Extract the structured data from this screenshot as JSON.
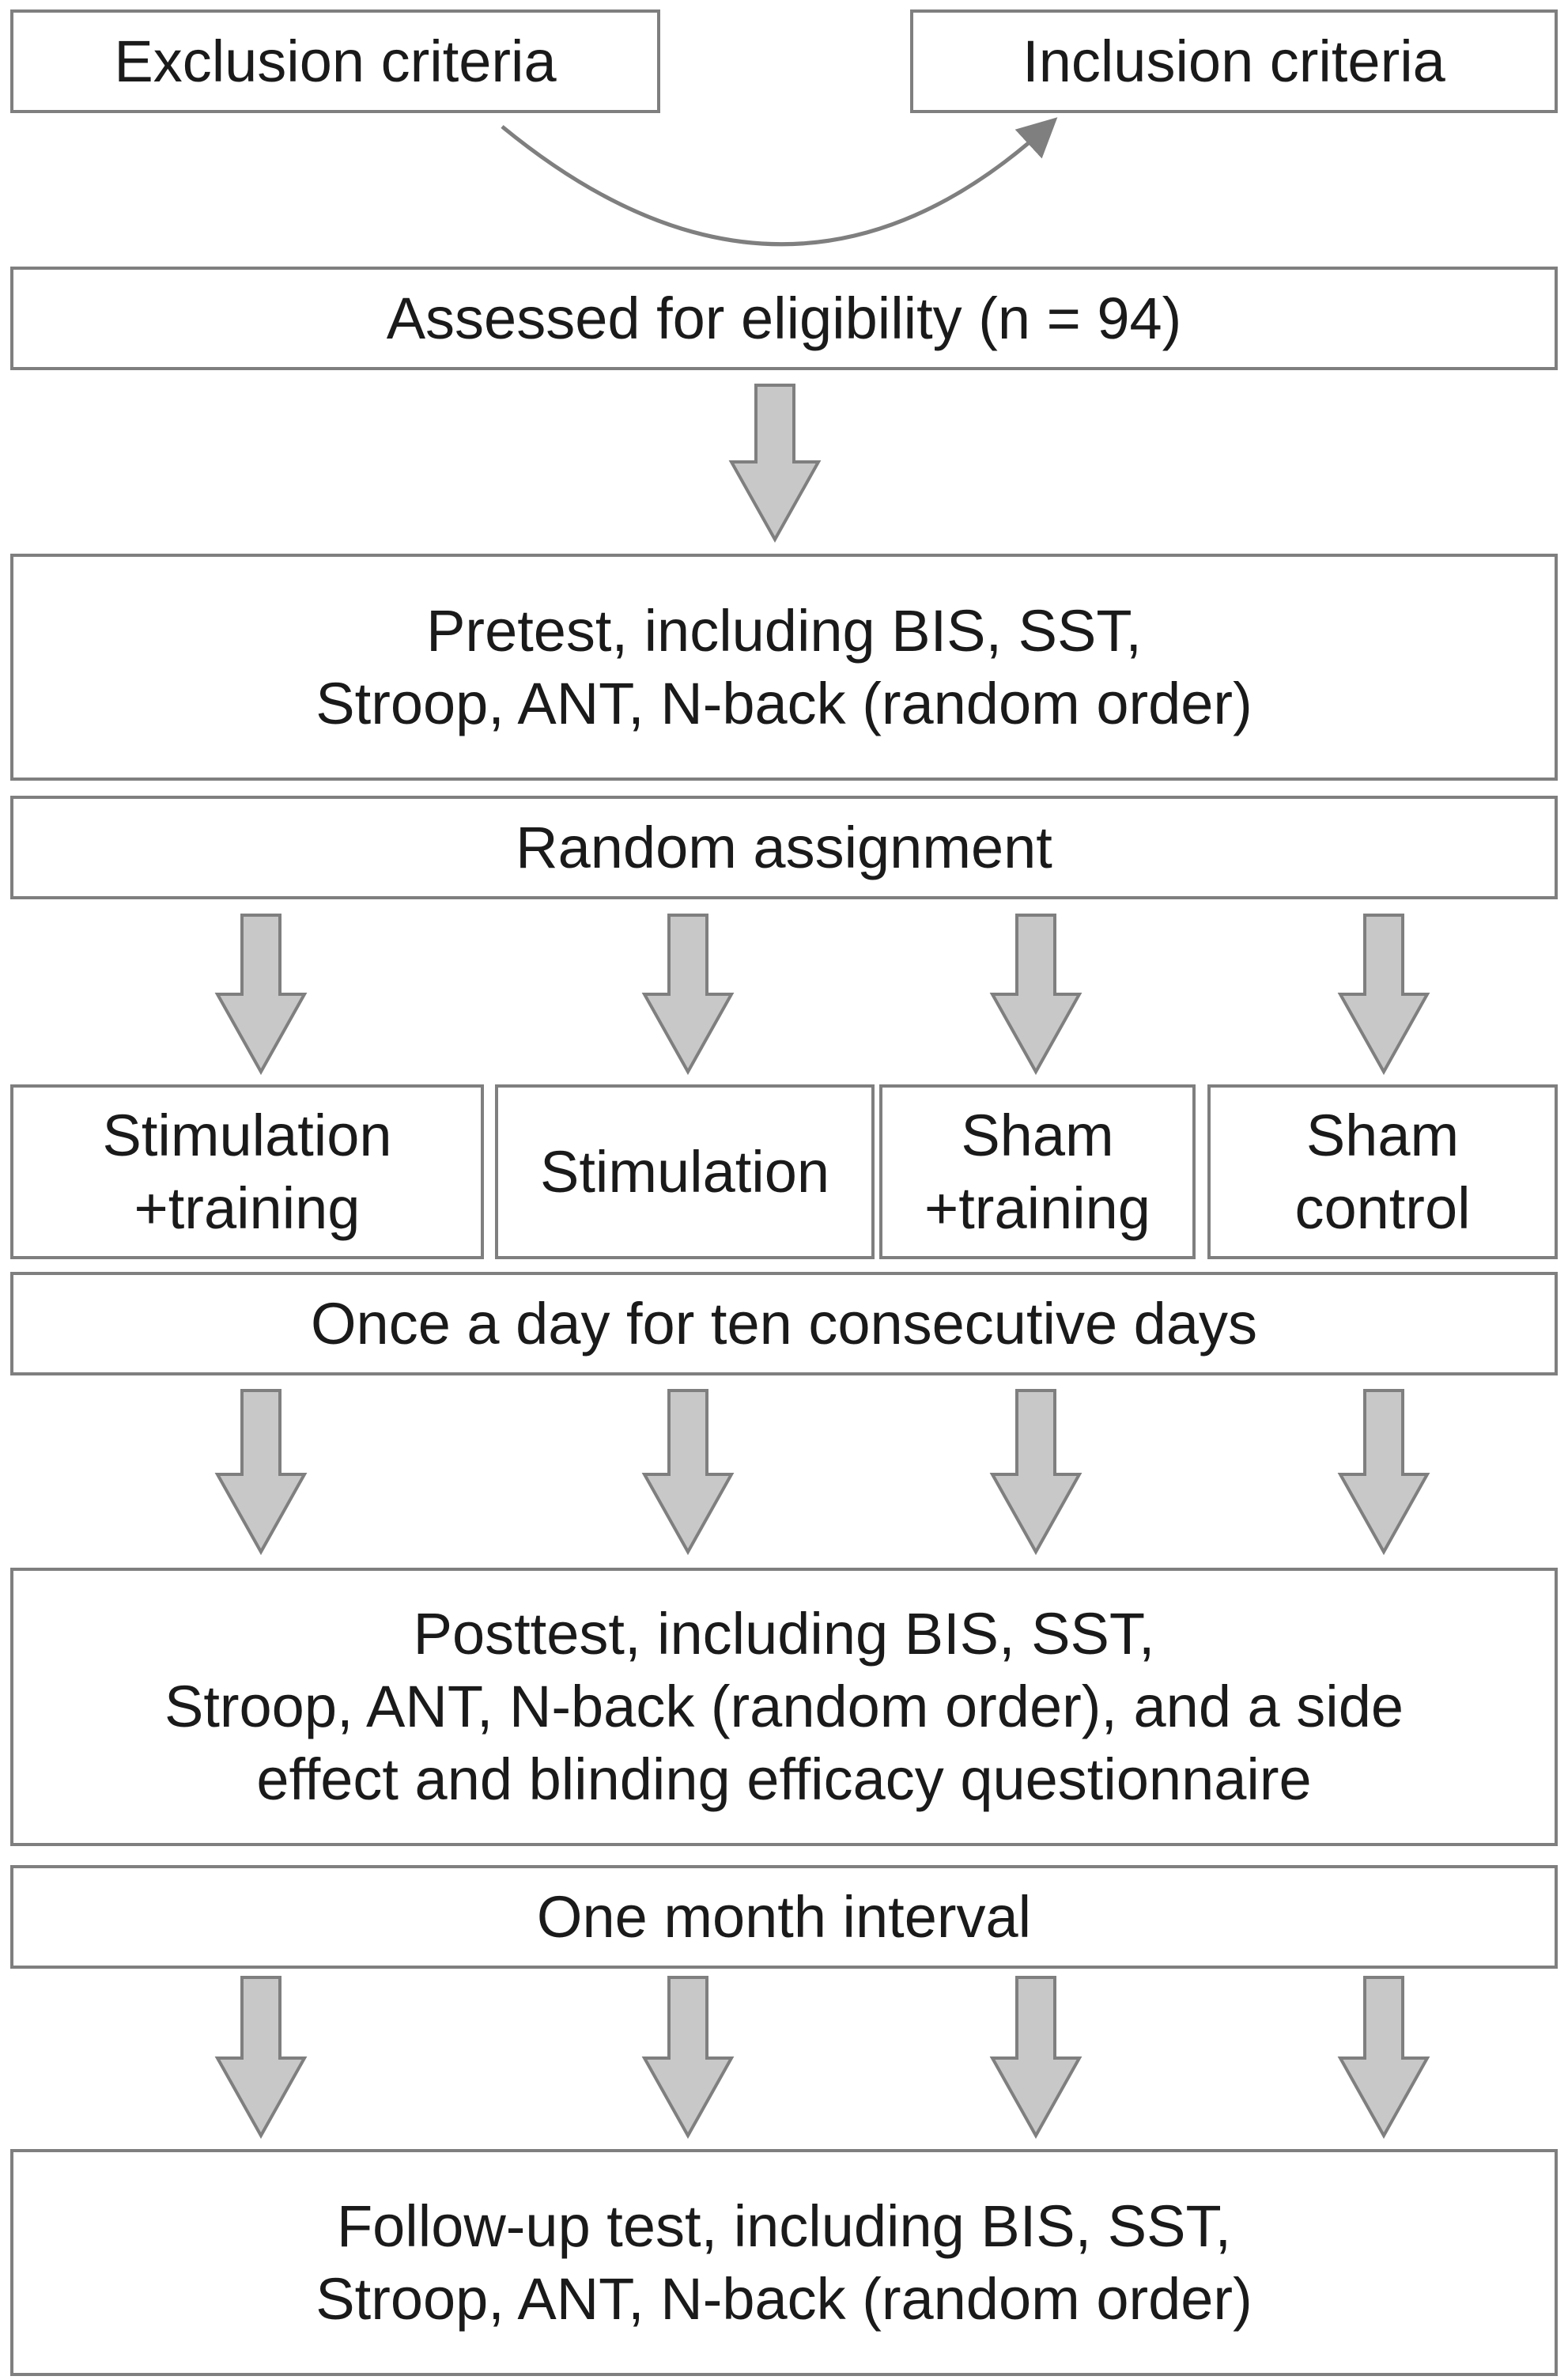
{
  "boxes": {
    "exclusion": "Exclusion criteria",
    "inclusion": "Inclusion criteria",
    "assessed": "Assessed for eligibility (n = 94)",
    "pretest": "Pretest, including BIS, SST,\nStroop, ANT, N-back (random order)",
    "random_assignment": "Random assignment",
    "groups": [
      "Stimulation\n+training",
      "Stimulation",
      "Sham\n+training",
      "Sham\ncontrol"
    ],
    "schedule": "Once a day for ten consecutive days",
    "posttest": "Posttest, including BIS, SST,\nStroop, ANT, N-back (random order), and a side\neffect and blinding efficacy questionnaire",
    "interval": "One month interval",
    "followup": "Follow-up test, including BIS, SST,\nStroop, ANT, N-back (random order)"
  },
  "colors": {
    "border": "#7f7f7f",
    "arrow_fill": "#c8c8c8",
    "arrow_stroke": "#7f7f7f"
  }
}
